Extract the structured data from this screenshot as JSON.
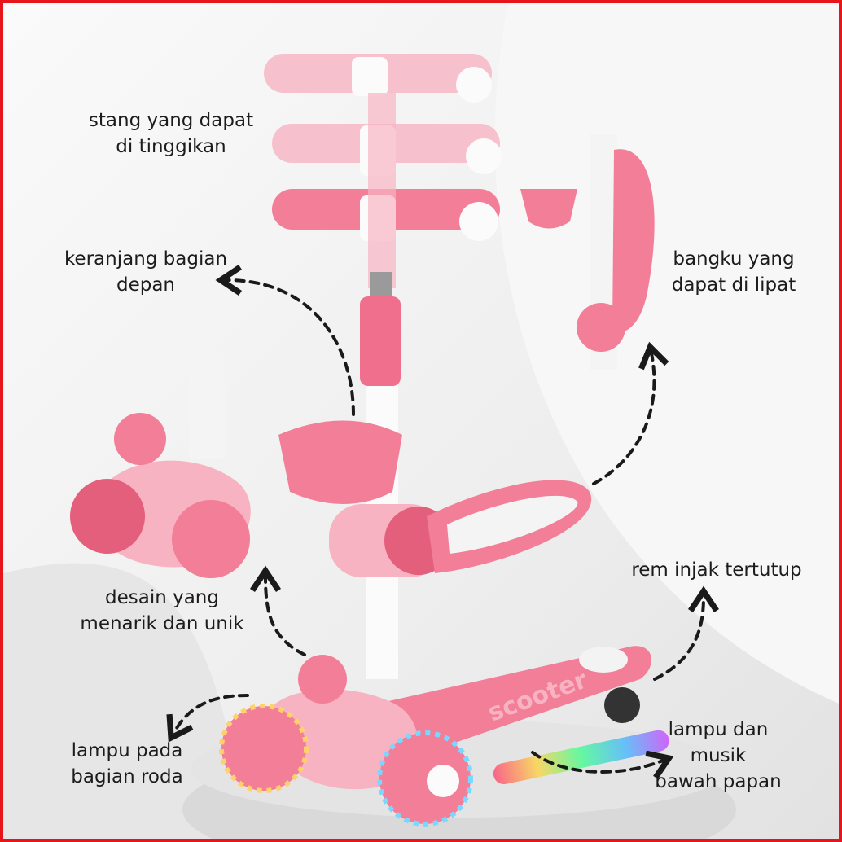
{
  "colors": {
    "border": "#e8141b",
    "pink": "#f27e97",
    "pink_dark": "#e45f7c",
    "pink_light": "#f8b3c3",
    "white": "#fbfbfb",
    "arrow": "#1a1a1a",
    "text": "#1c1c1c"
  },
  "labels": {
    "handlebar": [
      "stang yang dapat",
      "di tinggikan"
    ],
    "basket": [
      "keranjang bagian",
      "depan"
    ],
    "seat": [
      "bangku yang",
      "dapat di lipat"
    ],
    "design": [
      "desain yang",
      "menarik dan unik"
    ],
    "brake": [
      "rem injak tertutup"
    ],
    "wheel_light": [
      "lampu pada",
      "bagian roda"
    ],
    "deck_light": [
      "lampu dan",
      "musik",
      "bawah papan"
    ]
  },
  "deck_text": "scooter"
}
